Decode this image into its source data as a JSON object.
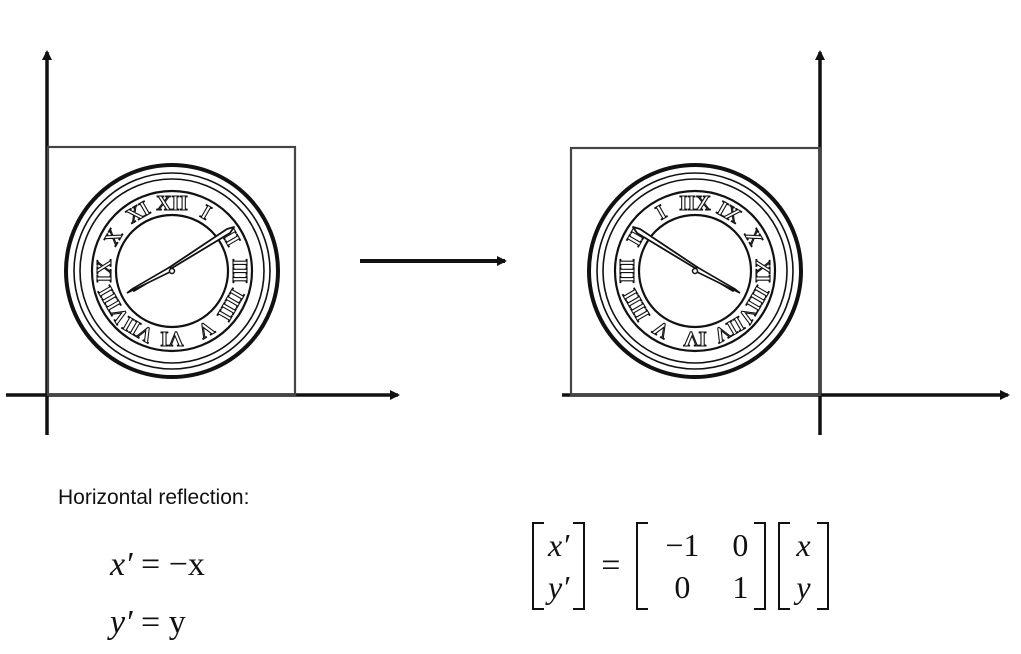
{
  "caption": "Horizontal reflection:",
  "equations": {
    "line1": {
      "lhs": "x′",
      "rhs": "= −x"
    },
    "line2": {
      "lhs": "y′",
      "rhs": "= y"
    }
  },
  "matrix_eq": {
    "result": [
      "x′",
      "y′"
    ],
    "equals": "=",
    "matrix": [
      [
        "−1",
        "0"
      ],
      [
        "0",
        "1"
      ]
    ],
    "vector": [
      "x",
      "y"
    ]
  },
  "clock_numerals": [
    "XII",
    "I",
    "II",
    "III",
    "IIII",
    "V",
    "VI",
    "VII",
    "VIII",
    "IX",
    "X",
    "XI"
  ]
}
